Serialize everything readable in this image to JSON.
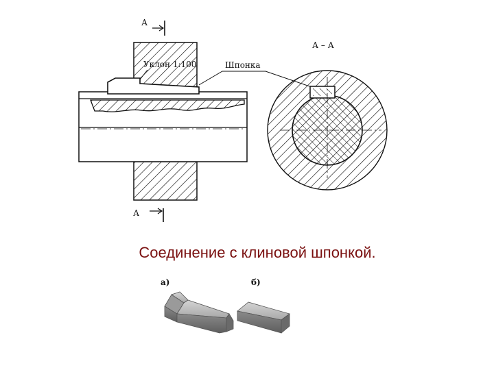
{
  "labels": {
    "section_mark_top": "А",
    "section_mark_bottom": "А",
    "section_title": "А – А",
    "slope": "Уклон 1:100",
    "key": "Шпонка",
    "variant_a": "а)",
    "variant_b": "б)"
  },
  "caption": "Соединение с клиновой шпонкой."
}
